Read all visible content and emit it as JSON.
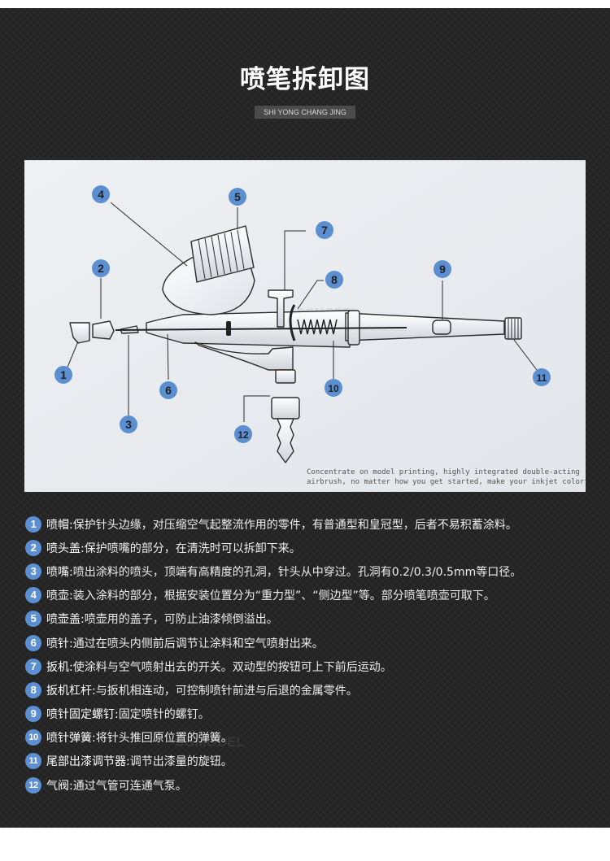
{
  "header": {
    "title": "喷笔拆卸图",
    "subtitle": "SHI YONG CHANG JING"
  },
  "diagram": {
    "caption_line1": "Concentrate on model printing, highly integrated double-acting",
    "caption_line2": "airbrush, no matter how you get started, make your inkjet colorful",
    "watermark": "SGMODEL",
    "callouts": [
      "1",
      "2",
      "3",
      "4",
      "5",
      "6",
      "7",
      "8",
      "9",
      "10",
      "11",
      "12"
    ],
    "accent_color": "#5b8fd1"
  },
  "parts": [
    {
      "num": "1",
      "label": "喷帽:",
      "desc": " 保护针头边缘，对压缩空气起整流作用的零件，有普通型和皇冠型，后者不易积蓄涂料。"
    },
    {
      "num": "2",
      "label": "喷头盖:",
      "desc": " 保护喷嘴的部分，在清洗时可以拆卸下来。"
    },
    {
      "num": "3",
      "label": "喷嘴:",
      "desc": " 喷出涂料的喷头，顶端有高精度的孔洞，针头从中穿过。孔洞有0.2/0.3/0.5mm等口径。"
    },
    {
      "num": "4",
      "label": "喷壶:",
      "desc": " 装入涂料的部分，根据安装位置分为“重力型”、“侧边型”等。部分喷笔喷壶可取下。"
    },
    {
      "num": "5",
      "label": "喷壶盖:",
      "desc": " 喷壶用的盖子，可防止油漆倾倒溢出。"
    },
    {
      "num": "6",
      "label": "喷针:",
      "desc": " 通过在喷头内侧前后调节让涂料和空气喷射出来。"
    },
    {
      "num": "7",
      "label": "扳机:",
      "desc": " 使涂料与空气喷射出去的开关。双动型的按钮可上下前后运动。"
    },
    {
      "num": "8",
      "label": "扳机杠杆:",
      "desc": " 与扳机相连动，可控制喷针前进与后退的金属零件。"
    },
    {
      "num": "9",
      "label": "喷针固定螺钉:",
      "desc": " 固定喷针的螺钉。"
    },
    {
      "num": "10",
      "label": "喷针弹簧:",
      "desc": " 将针头推回原位置的弹簧。"
    },
    {
      "num": "11",
      "label": "尾部出漆调节器:",
      "desc": " 调节出漆量的旋钮。"
    },
    {
      "num": "12",
      "label": "气阀:",
      "desc": " 通过气管可连通气泵。"
    }
  ],
  "footer_watermark": "SGMODEL"
}
